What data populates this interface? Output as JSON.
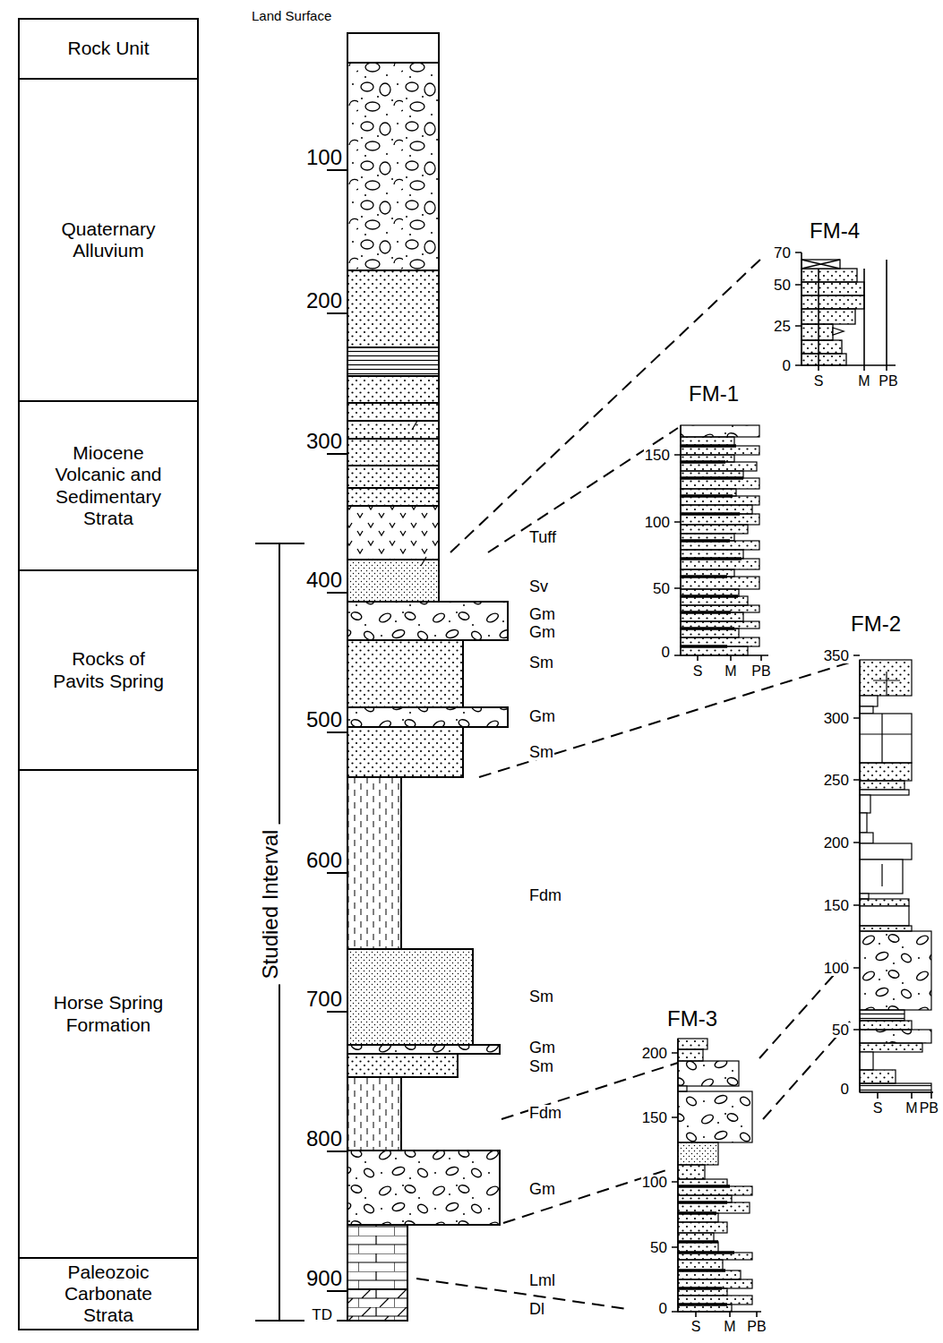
{
  "diagram": {
    "nodes": [
      {
        "text": [
          "Rock Unit"
        ]
      },
      {
        "text": [
          "Quaternary Alluvium"
        ]
      },
      {
        "text": [
          "Miocene Volcanic and Sedimentary Strata"
        ]
      },
      {
        "text": [
          "Rocks of Pavits Spring"
        ]
      },
      {
        "text": [
          "Horse Spring Formation"
        ]
      },
      {
        "text": [
          "Paleozoic Carbonate Strata"
        ]
      }
    ],
    "labels": [
      "Land Surface",
      "100",
      "200",
      "300",
      "400",
      "500",
      "600",
      "700",
      "800",
      "900",
      "TD",
      "Studied Interval",
      "Tuff",
      "Sv",
      "Gm",
      "Gm",
      "Sm",
      "Gm",
      "Sm",
      "Fdm",
      "Sm",
      "Gm",
      "Sm",
      "Fdm",
      "Gm",
      "Lml",
      "Dl",
      "FM-4",
      "70",
      "50",
      "25",
      "0",
      "S",
      "M",
      "PB",
      "FM-1",
      "150",
      "100",
      "50",
      "0",
      "S",
      "M",
      "PB",
      "FM-2",
      "350",
      "300",
      "250",
      "200",
      "150",
      "100",
      "50",
      "0",
      "S",
      "M",
      "PB",
      "FM-3",
      "200",
      "150",
      "100",
      "50",
      "0",
      "S",
      "M",
      "PB"
    ]
  }
}
